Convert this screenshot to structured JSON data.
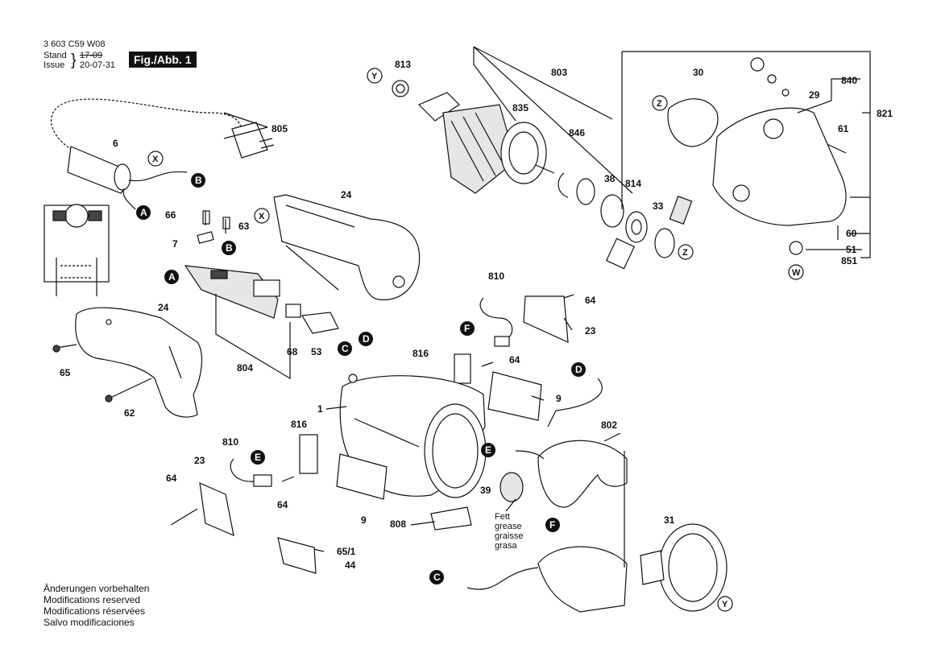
{
  "header": {
    "doc_number": "3 603 C59 W08",
    "stand_label": "Stand",
    "issue_label": "Issue",
    "old_date": "17-09",
    "new_date": "20-07-31",
    "figure_label": "Fig./Abb. 1"
  },
  "notes": [
    "Änderungen vorbehalten",
    "Modifications reserved",
    "Modifications réservées",
    "Salvo modificaciones"
  ],
  "grease": [
    "Fett",
    "grease",
    "graisse",
    "grasa"
  ],
  "part_numbers": [
    "813",
    "803",
    "30",
    "840",
    "29",
    "821",
    "61",
    "835",
    "846",
    "38",
    "814",
    "33",
    "60",
    "51",
    "851",
    "805",
    "6",
    "24",
    "66",
    "63",
    "7",
    "68",
    "53",
    "804",
    "24",
    "65",
    "62",
    "810",
    "64",
    "23",
    "816",
    "64",
    "9",
    "1",
    "816",
    "810",
    "23",
    "64",
    "64",
    "802",
    "39",
    "9",
    "808",
    "65/1",
    "44",
    "31"
  ],
  "markers": {
    "filled": [
      "A",
      "B",
      "B",
      "A",
      "C",
      "D",
      "F",
      "D",
      "E",
      "E",
      "F",
      "C"
    ],
    "outlined": [
      "Y",
      "Z",
      "X",
      "X",
      "Z",
      "W",
      "Y"
    ]
  }
}
